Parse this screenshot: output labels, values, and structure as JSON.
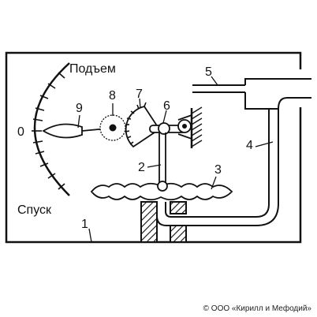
{
  "labels": {
    "rise": "Подъем",
    "descent": "Спуск",
    "zero": "0"
  },
  "callouts": [
    "1",
    "2",
    "3",
    "4",
    "5",
    "6",
    "7",
    "8",
    "9"
  ],
  "copyright": "© ООО «Кирилл и Мефодий»",
  "colors": {
    "line": "#111111",
    "background": "#ffffff",
    "hatch": "#111111"
  }
}
